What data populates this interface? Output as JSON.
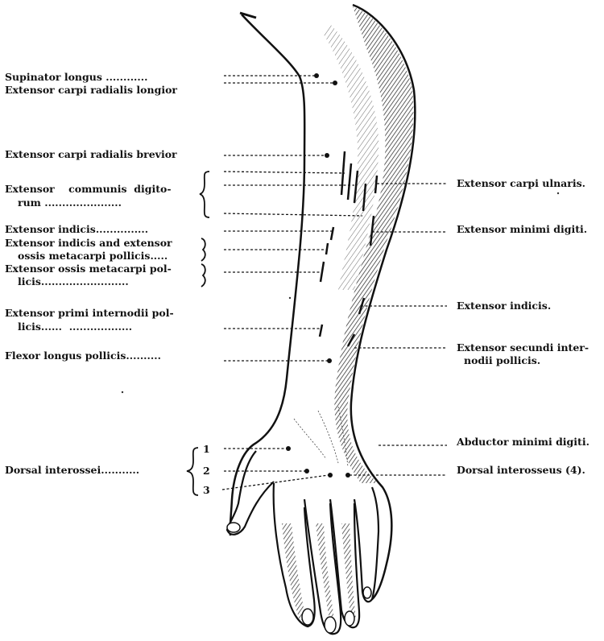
{
  "left_labels": {
    "supinator_longus": "Supinator longus ............",
    "ext_carpi_rad_longior": "Extensor carpi radialis longior",
    "ext_carpi_rad_brevior": "Extensor carpi radialis brevior",
    "ext_communis_1": "Extensor    communis  digito-",
    "ext_communis_2": "rum ......................",
    "ext_indicis_left": "Extensor indicis...............",
    "ext_indicis_and_1": "Extensor indicis and extensor",
    "ext_indicis_and_2": "ossis metacarpi pollicis.....",
    "ext_ossis_1": "Extensor ossis metacarpi pol-",
    "ext_ossis_2": "licis.........................",
    "ext_primi_1": "Extensor primi internodii pol-",
    "ext_primi_2": "licis......  ..................",
    "flexor_longus": "Flexor longus pollicis..........",
    "dorsal_interossei": "Dorsal interossei...........",
    "num_1": "1",
    "num_2": "2",
    "num_3": "3"
  },
  "right_labels": {
    "ext_carpi_ulnaris": "Extensor carpi ulnaris.",
    "ext_minimi_digiti": "Extensor minimi digiti.",
    "ext_indicis_right": "Extensor indicis.",
    "ext_secundi_1": "Extensor secundi inter-",
    "ext_secundi_2": "nodii pollicis.",
    "abductor_minimi": "Abductor minimi digiti.",
    "dorsal_interosseus_4": "Dorsal interosseus (4)."
  },
  "colors": {
    "ink": "#111111",
    "skin": "#ffffff"
  }
}
